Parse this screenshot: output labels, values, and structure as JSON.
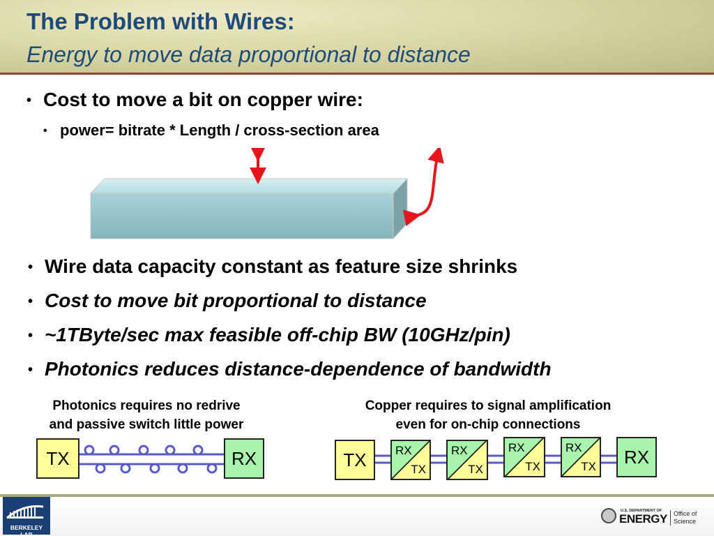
{
  "slide": {
    "title": "The Problem with Wires:",
    "subtitle": "Energy to move data proportional to distance"
  },
  "bullets": [
    {
      "text": "Cost to move a bit on copper wire:"
    },
    {
      "text": "power= bitrate * Length / cross-section area"
    },
    {
      "text": "Wire data capacity constant as feature size shrinks"
    },
    {
      "text": "Cost to move bit proportional to distance"
    },
    {
      "text": "~1TByte/sec max feasible off-chip BW (10GHz/pin)"
    },
    {
      "text": "Photonics reduces distance-dependence of bandwidth"
    }
  ],
  "photonics": {
    "caption_line1": "Photonics requires no redrive",
    "caption_line2": "and passive switch little power",
    "tx": "TX",
    "rx": "RX"
  },
  "copper": {
    "caption_line1": "Copper requires to signal amplification",
    "caption_line2": "even for on-chip connections",
    "tx": "TX",
    "rx": "RX",
    "repeater_rx": "RX",
    "repeater_tx": "TX",
    "repeater_count": 4
  },
  "footer": {
    "lab_name": "BERKELEY LAB",
    "doe_small": "U.S. DEPARTMENT OF",
    "doe_big": "ENERGY",
    "office_line1": "Office of",
    "office_line2": "Science"
  },
  "colors": {
    "title": "#1f4a7a",
    "header_rule": "#a03a2a",
    "tx_fill": "#ffff9a",
    "rx_fill": "#a9f4ad",
    "arrow": "#e8141c",
    "wire_front": "#9fc7cc",
    "ring": "#5a5ac8"
  },
  "icons": {
    "wire": "copper-wire-block-icon",
    "ring": "ring-resonator-icon",
    "lab_logo": "berkeley-lab-logo",
    "doe_seal": "doe-seal-icon"
  }
}
